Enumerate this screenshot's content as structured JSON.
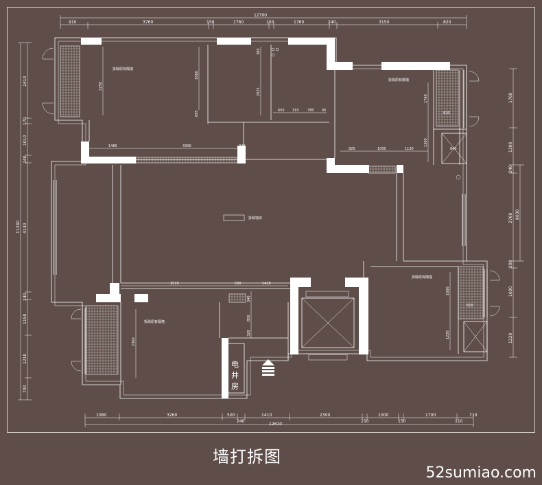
{
  "caption": "墙打拆图",
  "watermark": "52sumiao.com",
  "top_dims": {
    "total": "12700",
    "parts": [
      "910",
      "3760",
      "150",
      "1760",
      "150",
      "1760",
      "240",
      "3150",
      "820"
    ]
  },
  "bottom_dims": {
    "total": "12610",
    "parts": [
      "1080",
      "3260",
      "500",
      "240",
      "1410",
      "2300",
      "150",
      "1000",
      "150",
      "1700",
      "710",
      "110"
    ]
  },
  "left_dims": {
    "total": "11240",
    "parts": [
      "2410",
      "170",
      "1010",
      "240",
      "4130",
      "240",
      "1150",
      "1210",
      "700"
    ]
  },
  "right_dims": {
    "parts": [
      "1760",
      "1300",
      "240",
      "2760",
      "8030",
      "200",
      "1600",
      "1220"
    ]
  },
  "inner_dims": {
    "d2250": "2250",
    "d1860": "1860",
    "d695": "695",
    "d2025": "2025",
    "d380": "380",
    "d650": "650",
    "d310": "310",
    "d780": "780",
    "d45": "45",
    "d1480": "1480",
    "d3300": "3300",
    "d240": "240",
    "d920": "920",
    "d1000": "1000",
    "d1130": "1130",
    "d1300": "1300",
    "d840": "840",
    "d820": "820",
    "d1760r": "1760",
    "d3510": "3510",
    "d500": "500",
    "d1410": "1410",
    "d340": "340",
    "d850": "850",
    "d320": "320",
    "d2360": "2360",
    "d1600": "1600",
    "d1220": "1220",
    "d820b": "820"
  },
  "room_labels": {
    "room1": "拆除原有隔墙",
    "room2": "拆除原有隔墙",
    "room3": "拆除原有隔墙",
    "room4": "拆除原有隔墙",
    "living": "拆除墙体"
  },
  "well_room": "电井房"
}
